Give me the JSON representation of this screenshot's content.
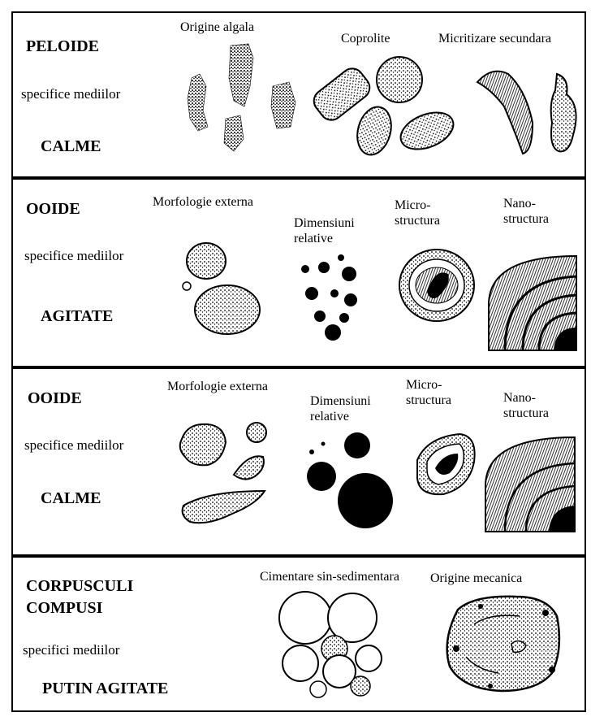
{
  "panels": [
    {
      "title": "PELOIDE",
      "subtitle": "specifice mediilor",
      "environment": "CALME",
      "captions": [
        "Origine algala",
        "Coprolite",
        "Micritizare secundara"
      ]
    },
    {
      "title": "OOIDE",
      "subtitle": "specifice mediilor",
      "environment": "AGITATE",
      "captions": [
        "Morfologie externa",
        "Dimensiuni\nrelative",
        "Micro-\nstructura",
        "Nano-\nstructura"
      ]
    },
    {
      "title": "OOIDE",
      "subtitle": "specifice mediilor",
      "environment": "CALME",
      "captions": [
        "Morfologie externa",
        "Dimensiuni\nrelative",
        "Micro-\nstructura",
        "Nano-\nstructura"
      ]
    },
    {
      "title": "CORPUSCULI\nCOMPUSI",
      "subtitle": "specifici mediilor",
      "environment": "PUTIN AGITATE",
      "captions": [
        "Cimentare sin-sedimentara",
        "Origine mecanica"
      ]
    }
  ]
}
